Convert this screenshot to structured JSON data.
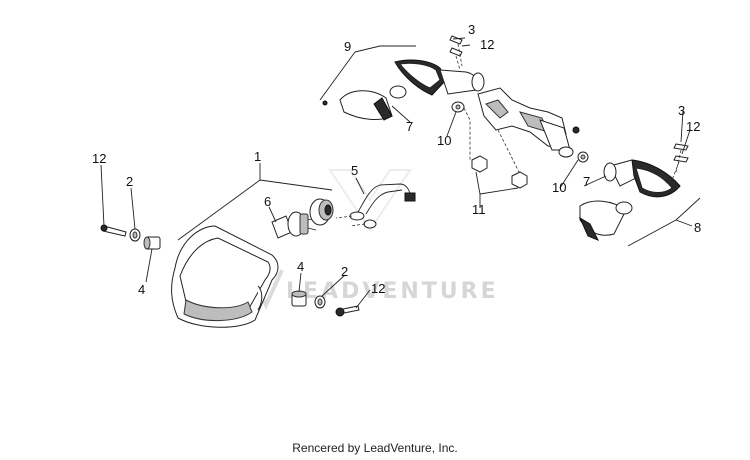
{
  "diagram": {
    "callouts": {
      "c1": "1",
      "c2a": "2",
      "c2b": "2",
      "c3a": "3",
      "c3b": "3",
      "c4a": "4",
      "c4b": "4",
      "c5": "5",
      "c6": "6",
      "c7a": "7",
      "c7b": "7",
      "c8": "8",
      "c9": "9",
      "c10a": "10",
      "c10b": "10",
      "c11": "11",
      "c12a": "12",
      "c12b": "12",
      "c12c": "12",
      "c12d": "12"
    },
    "watermark": "LEADVENTURE",
    "footer": "Rencered by LeadVenture, Inc."
  }
}
